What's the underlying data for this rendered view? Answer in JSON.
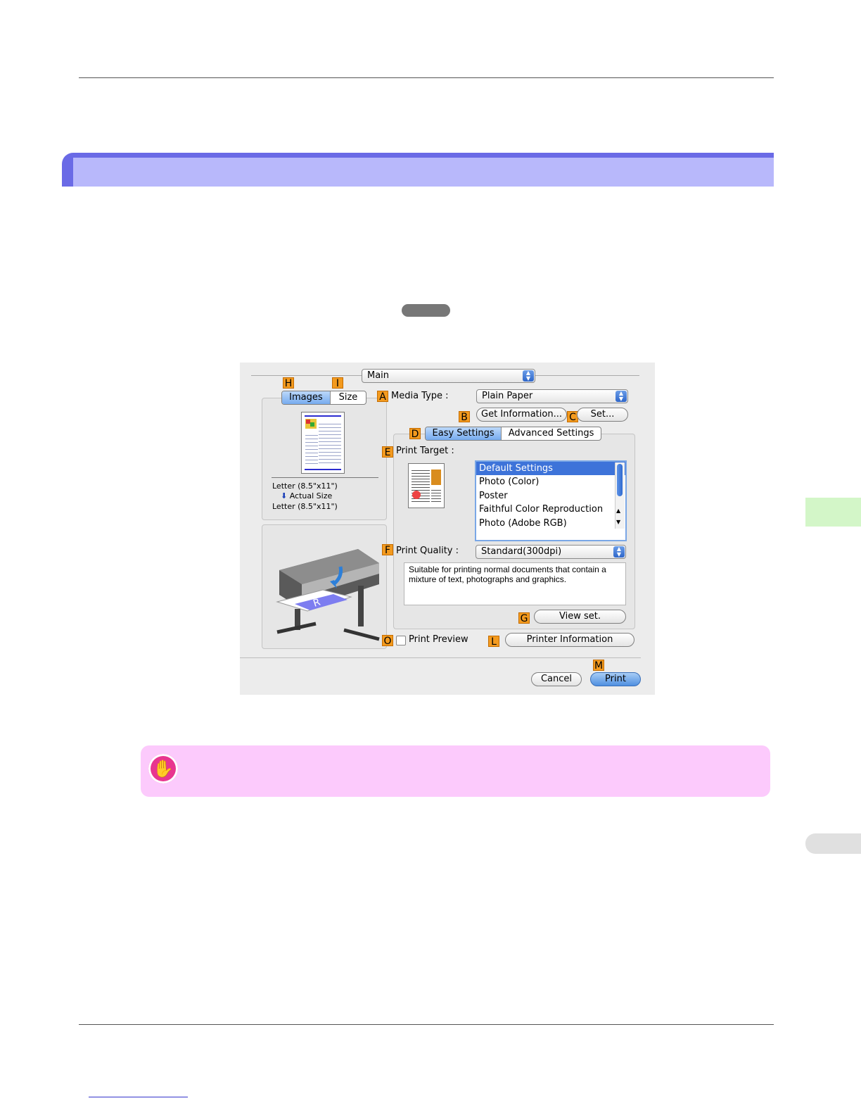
{
  "dialog": {
    "panel_popup": "Main",
    "tabs_left": [
      "Images",
      "Size"
    ],
    "media_type_label": "Media Type :",
    "media_type_value": "Plain Paper",
    "get_info_button": "Get Information...",
    "set_button": "Set...",
    "mode_tabs": [
      "Easy Settings",
      "Advanced Settings"
    ],
    "print_target_label": "Print Target :",
    "print_target_items": [
      "Default Settings",
      "Photo (Color)",
      "Poster",
      "Faithful Color Reproduction",
      "Photo (Adobe RGB)"
    ],
    "print_quality_label": "Print Quality :",
    "print_quality_value": "Standard(300dpi)",
    "description": "Suitable for printing normal documents that contain a mixture of text, photographs and graphics.",
    "view_set_button": "View set.",
    "print_preview_label": "Print Preview",
    "printer_info_button": "Printer Information",
    "cancel_button": "Cancel",
    "print_button": "Print",
    "paper_size_top": "Letter (8.5\"x11\")",
    "scale_label": "Actual Size",
    "paper_size_bottom": "Letter (8.5\"x11\")",
    "badges": {
      "H": "H",
      "I": "I",
      "A": "A",
      "B": "B",
      "C": "C",
      "D": "D",
      "E": "E",
      "F": "F",
      "G": "G",
      "O": "O",
      "L": "L",
      "M": "M"
    }
  },
  "colors": {
    "section_bar_dark": "#6a6ae6",
    "section_bar_light": "#b8b8fb",
    "badge_orange": "#f39a1e",
    "important_bg": "#fccafc",
    "important_icon": "#e8358f",
    "side_tab_green": "#d3f6c8"
  },
  "icons": {
    "important": "hand-stop-icon",
    "scale_arrow": "arrow-down-icon"
  }
}
